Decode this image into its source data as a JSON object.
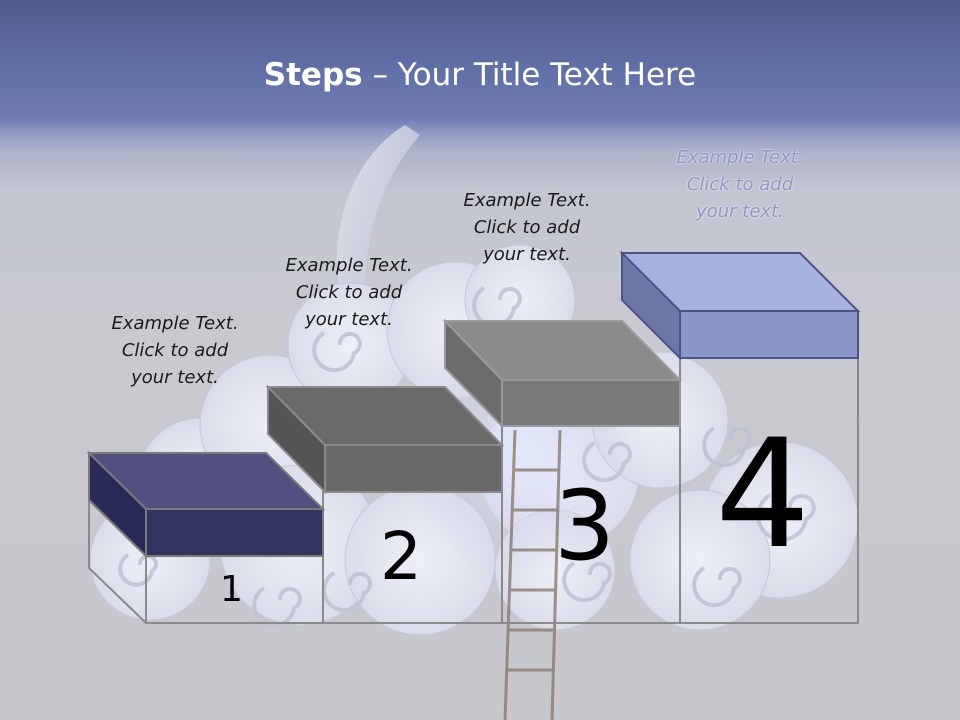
{
  "title": {
    "bold": "Steps",
    "rest": " – Your Title Text Here"
  },
  "steps": [
    {
      "number": "1",
      "lines": [
        "Example Text.",
        "Click  to add",
        "your text."
      ]
    },
    {
      "number": "2",
      "lines": [
        "Example Text.",
        "Click  to add",
        "your text."
      ]
    },
    {
      "number": "3",
      "lines": [
        "Example Text.",
        "Click  to add",
        "your text."
      ]
    },
    {
      "number": "4",
      "lines": [
        "Example Text.",
        "Click  to add",
        "your text."
      ]
    }
  ],
  "colors": {
    "header": "#5f6da5",
    "step1": "#33335f",
    "step2": "#696969",
    "step3": "#7a7a7a",
    "step4": "#8a96c8"
  }
}
